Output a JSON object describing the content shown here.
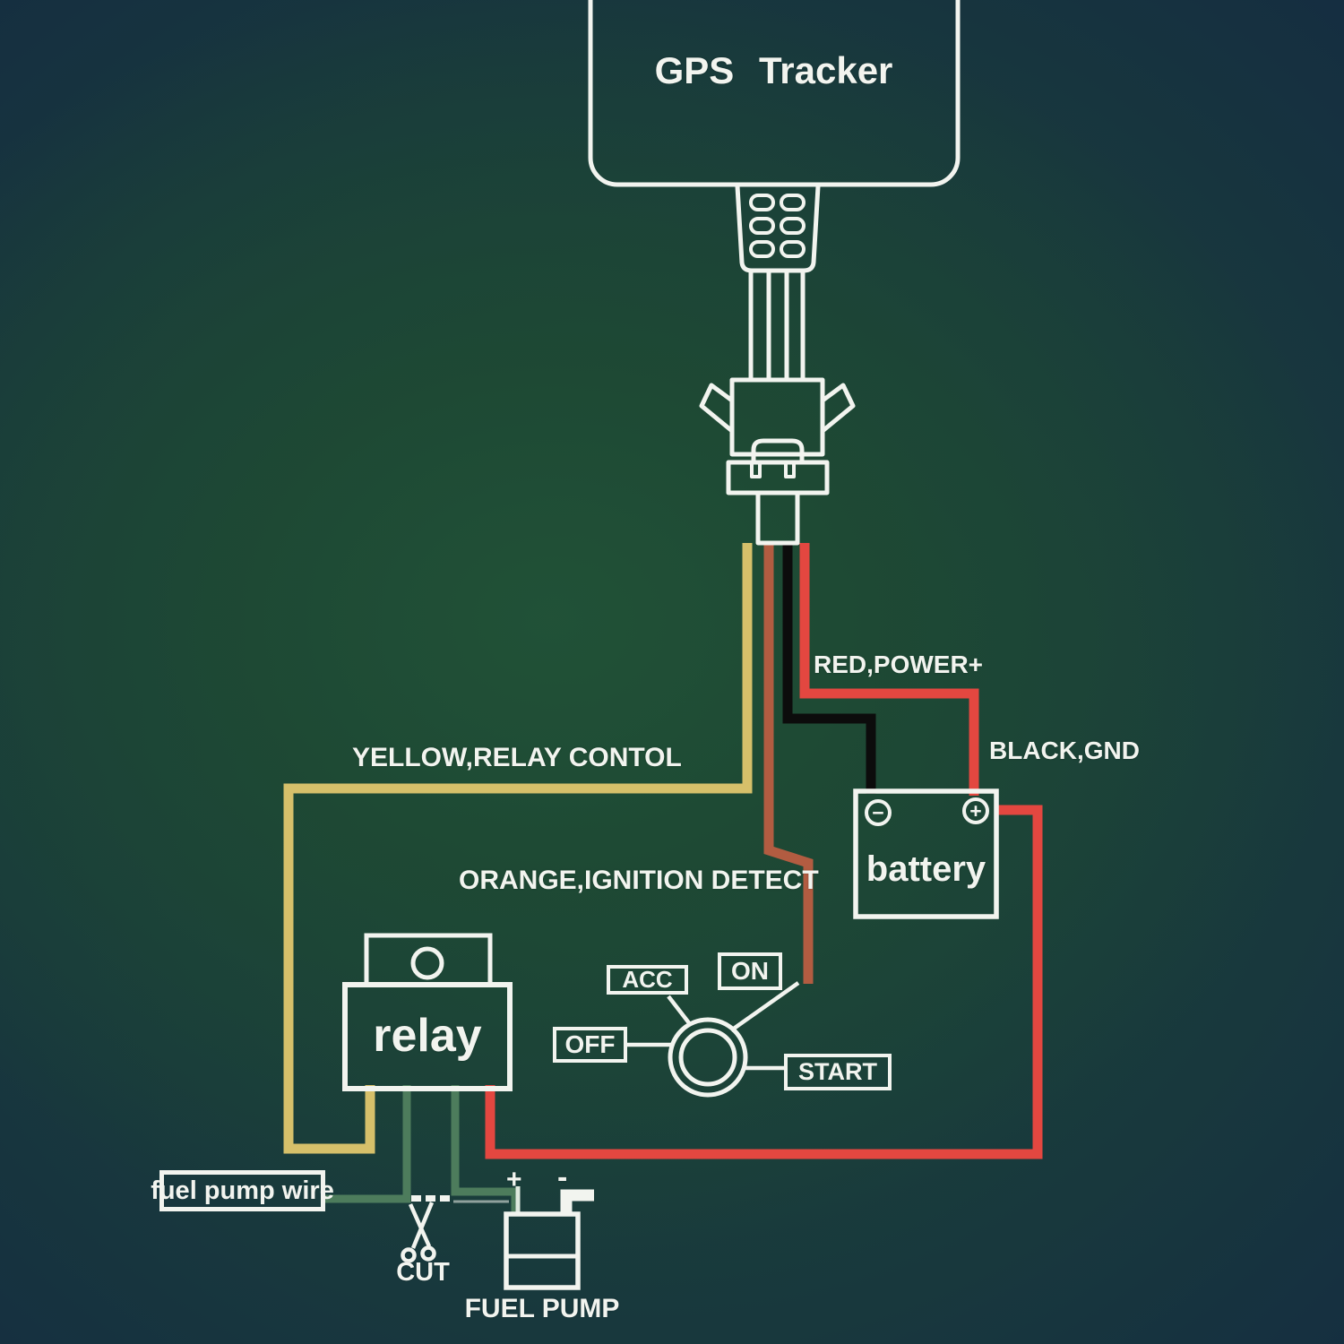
{
  "device": {
    "label": "GPS Tracker"
  },
  "wire_labels": {
    "red": "RED,POWER+",
    "black": "BLACK,GND",
    "yellow": "YELLOW,RELAY CONTOL",
    "orange": "ORANGE,IGNITION DETECT"
  },
  "battery": {
    "label": "battery",
    "plus_symbol": "+",
    "minus_symbol": "−"
  },
  "relay": {
    "label": "relay"
  },
  "ignition_switch": {
    "acc": "ACC",
    "on": "ON",
    "off": "OFF",
    "start": "START"
  },
  "fuel": {
    "pump_wire": "fuel pump wire",
    "cut": "CUT",
    "pump": "FUEL PUMP",
    "plus_symbol": "+",
    "minus_symbol": "-"
  },
  "colors": {
    "background_center": "#1f4f36",
    "background_corner": "#142b42",
    "wire_red": "#e34740",
    "wire_yellow": "#d6c06a",
    "wire_orange": "#b25c41",
    "wire_black": "#0c0c0c",
    "wire_green": "#4d7c5c",
    "line_white": "#f2f4ef"
  }
}
